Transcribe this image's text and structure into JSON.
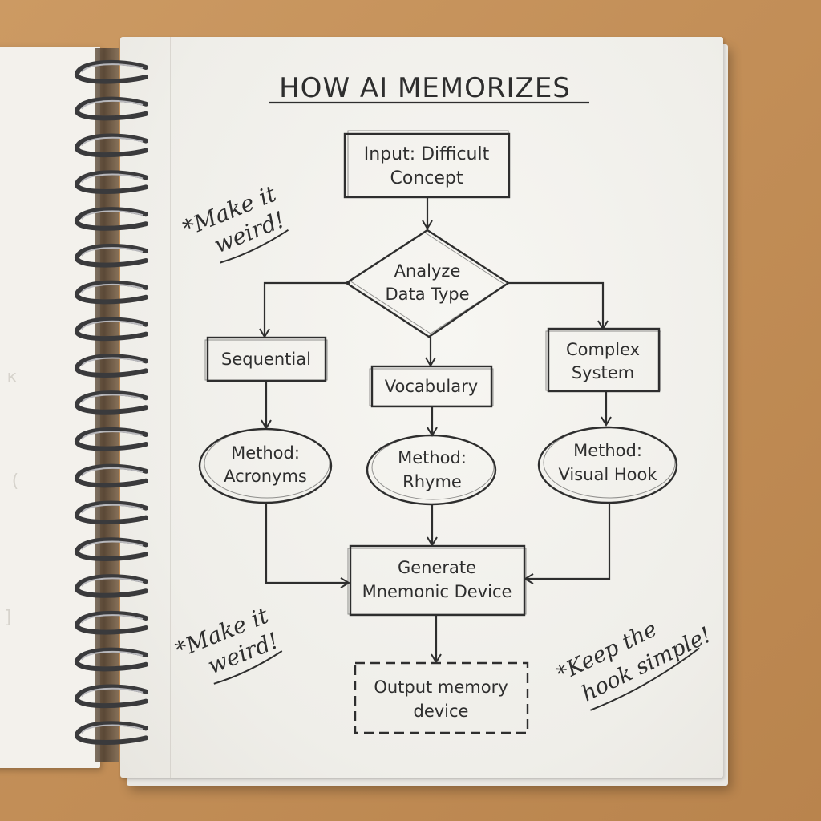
{
  "diagram": {
    "title": "HOW AI MEMORIZES",
    "nodes": {
      "input": {
        "lines": [
          "Input: Difficult",
          "Concept"
        ],
        "shape": "rectangle"
      },
      "analyze": {
        "lines": [
          "Analyze",
          "Data Type"
        ],
        "shape": "diamond"
      },
      "sequential": {
        "lines": [
          "Sequential"
        ],
        "shape": "rectangle"
      },
      "vocabulary": {
        "lines": [
          "Vocabulary"
        ],
        "shape": "rectangle"
      },
      "complex": {
        "lines": [
          "Complex",
          "System"
        ],
        "shape": "rectangle"
      },
      "acronyms": {
        "lines": [
          "Method:",
          "Acronyms"
        ],
        "shape": "ellipse"
      },
      "rhyme": {
        "lines": [
          "Method:",
          "Rhyme"
        ],
        "shape": "ellipse"
      },
      "visual_hook": {
        "lines": [
          "Method:",
          "Visual Hook"
        ],
        "shape": "ellipse"
      },
      "generate": {
        "lines": [
          "Generate",
          "Mnemonic Device"
        ],
        "shape": "rectangle"
      },
      "output": {
        "lines": [
          "Output memory",
          "device"
        ],
        "shape": "dashed-rectangle"
      }
    },
    "edges": [
      [
        "input",
        "analyze"
      ],
      [
        "analyze",
        "sequential"
      ],
      [
        "analyze",
        "vocabulary"
      ],
      [
        "analyze",
        "complex"
      ],
      [
        "sequential",
        "acronyms"
      ],
      [
        "vocabulary",
        "rhyme"
      ],
      [
        "complex",
        "visual_hook"
      ],
      [
        "acronyms",
        "generate"
      ],
      [
        "rhyme",
        "generate"
      ],
      [
        "visual_hook",
        "generate"
      ],
      [
        "generate",
        "output"
      ]
    ],
    "notes": {
      "top_left": [
        "*Make it",
        "weird!"
      ],
      "bottom_left": [
        "*Make it",
        "weird!"
      ],
      "bottom_right": [
        "*Keep the",
        "hook simple!"
      ]
    }
  },
  "colors": {
    "ink": "#2e2e2e",
    "paper": "#f4f3ef",
    "desk": "#c4915a"
  }
}
